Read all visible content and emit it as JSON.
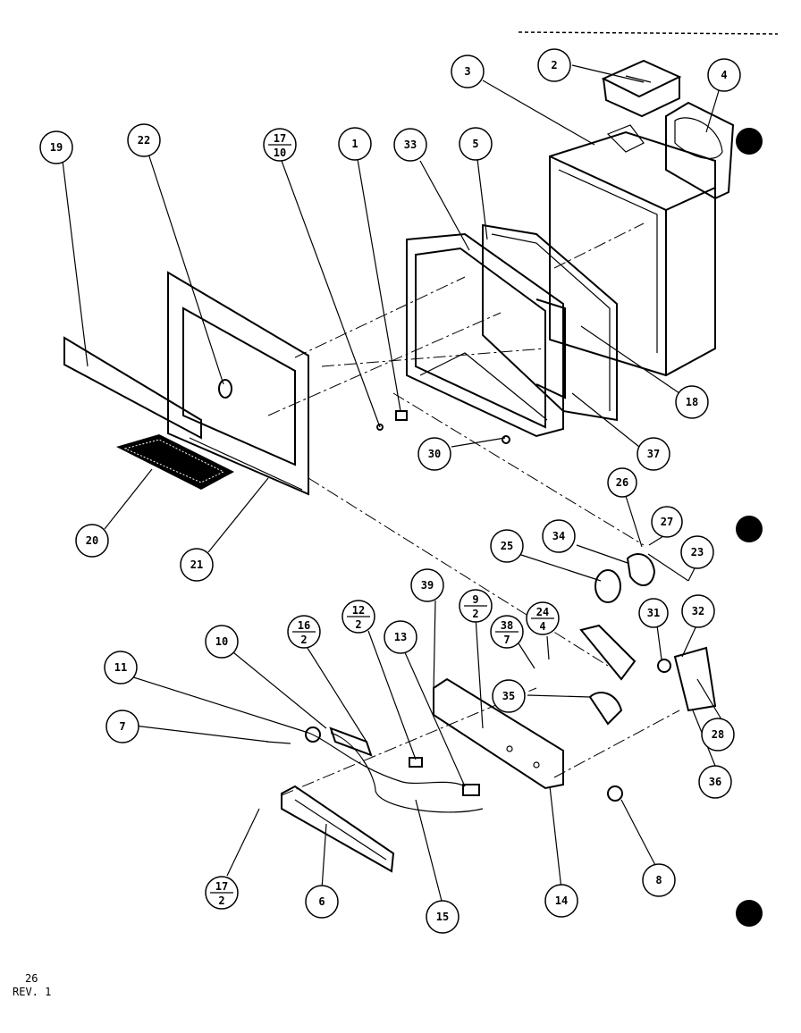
{
  "callouts": [
    {
      "id": "c2",
      "label": "2"
    },
    {
      "id": "c3",
      "label": "3"
    },
    {
      "id": "c4",
      "label": "4"
    },
    {
      "id": "c19",
      "label": "19"
    },
    {
      "id": "c22",
      "label": "22"
    },
    {
      "id": "c17-10",
      "top": "17",
      "bottom": "10"
    },
    {
      "id": "c1",
      "label": "1"
    },
    {
      "id": "c33",
      "label": "33"
    },
    {
      "id": "c5",
      "label": "5"
    },
    {
      "id": "c18",
      "label": "18"
    },
    {
      "id": "c37",
      "label": "37"
    },
    {
      "id": "c30",
      "label": "30"
    },
    {
      "id": "c20",
      "label": "20"
    },
    {
      "id": "c21",
      "label": "21"
    },
    {
      "id": "c26",
      "label": "26"
    },
    {
      "id": "c27",
      "label": "27"
    },
    {
      "id": "c34",
      "label": "34"
    },
    {
      "id": "c25",
      "label": "25"
    },
    {
      "id": "c23",
      "label": "23"
    },
    {
      "id": "c39",
      "label": "39"
    },
    {
      "id": "c9-2",
      "top": "9",
      "bottom": "2"
    },
    {
      "id": "c38-7",
      "top": "38",
      "bottom": "7"
    },
    {
      "id": "c24-4",
      "top": "24",
      "bottom": "4"
    },
    {
      "id": "c31",
      "label": "31"
    },
    {
      "id": "c32",
      "label": "32"
    },
    {
      "id": "c12-2",
      "top": "12",
      "bottom": "2"
    },
    {
      "id": "c16-2",
      "top": "16",
      "bottom": "2"
    },
    {
      "id": "c10",
      "label": "10"
    },
    {
      "id": "c13",
      "label": "13"
    },
    {
      "id": "c11",
      "label": "11"
    },
    {
      "id": "c35",
      "label": "35"
    },
    {
      "id": "c7",
      "label": "7"
    },
    {
      "id": "c28",
      "label": "28"
    },
    {
      "id": "c36",
      "label": "36"
    },
    {
      "id": "c8",
      "label": "8"
    },
    {
      "id": "c14",
      "label": "14"
    },
    {
      "id": "c15",
      "label": "15"
    },
    {
      "id": "c6",
      "label": "6"
    },
    {
      "id": "c17-2",
      "top": "17",
      "bottom": "2"
    }
  ],
  "footer": {
    "page_number": "26",
    "revision": "REV. 1"
  }
}
